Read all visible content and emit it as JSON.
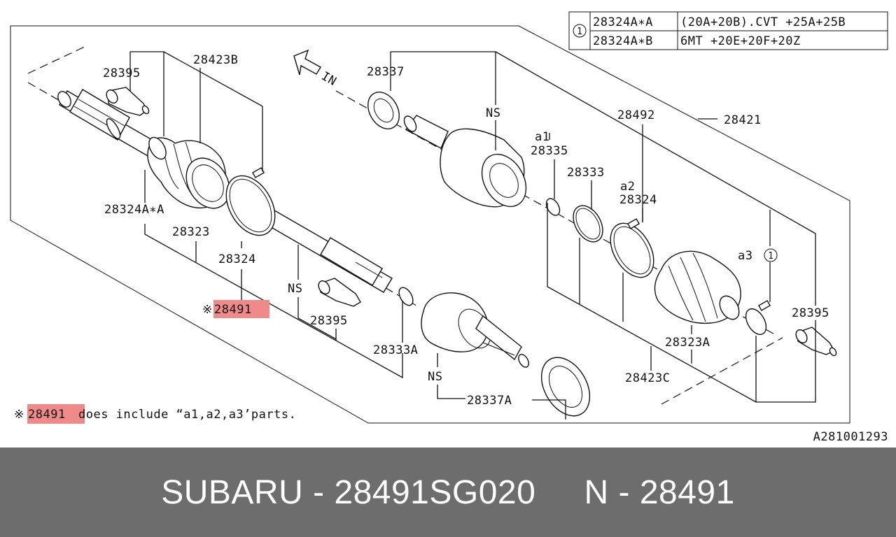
{
  "legend": {
    "marker": "1",
    "rows": [
      {
        "code": "28324A∗A",
        "desc": "(20A+20B).CVT +25A+25B"
      },
      {
        "code": "28324A∗B",
        "desc": "6MT +20E+20F+20Z"
      }
    ]
  },
  "labels": {
    "p28395_top": "28395",
    "p28423B": "28423B",
    "p28337": "28337",
    "in_arrow": "IN",
    "ns_1": "NS",
    "p28492": "28492",
    "p28421": "28421",
    "a1": "a1",
    "p28335": "28335",
    "p28333": "28333",
    "a2": "a2",
    "p28324_right": "28324",
    "p28324A_A": "28324A∗A",
    "p28323": "28323",
    "p28324_left": "28324",
    "ns_2": "NS",
    "p28491_mark": "※",
    "p28491": "28491",
    "p28395_mid": "28395",
    "p28333A": "28333A",
    "ns_3": "NS",
    "p28337A": "28337A",
    "a3": "a3",
    "a3_marker": "1",
    "p28395_right": "28395",
    "p28323A": "28323A",
    "p28423C": "28423C"
  },
  "note": {
    "mark": "※",
    "part": "28491",
    "text": "does include “a1,a2,a3’parts."
  },
  "diagram_id": "A281001293",
  "footer": "SUBARU - 28491SG020     N - 28491",
  "colors": {
    "highlight": "#f08a8a",
    "footer_bg": "#6d6d6d"
  }
}
